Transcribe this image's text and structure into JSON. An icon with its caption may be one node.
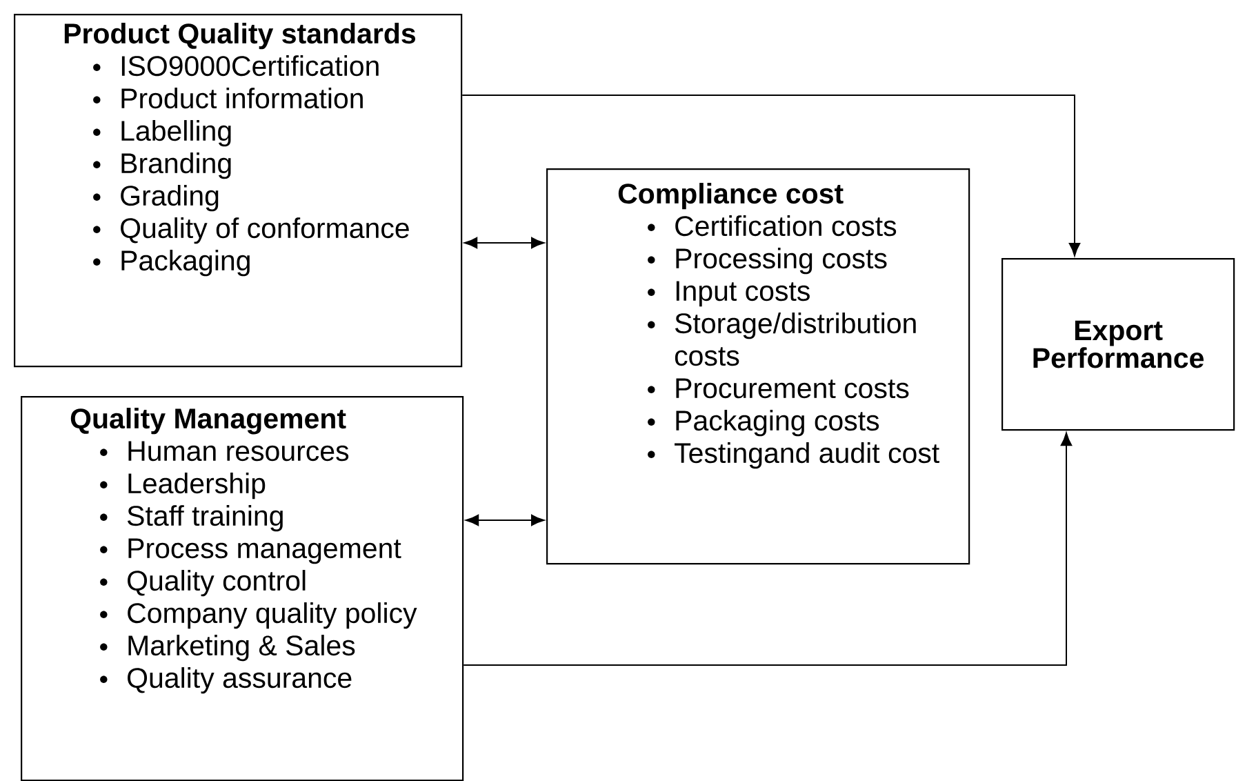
{
  "diagram": {
    "nodes": [
      {
        "text": [
          "Product Quality standards",
          "ISO9000Certification",
          "Product information",
          "Labelling",
          "Branding",
          "Grading",
          "Quality of conformance",
          "Packaging"
        ]
      },
      {
        "text": [
          "Compliance cost",
          "Certification costs",
          "Processing costs",
          "Input costs",
          "Storage/distribution costs",
          "Procurement costs",
          "Packaging costs",
          "Testingand audit cost"
        ]
      },
      {
        "text": [
          "Export Performance"
        ]
      },
      {
        "text": [
          "Quality Management",
          "Human resources",
          "Leadership",
          "Staff training",
          "Process management",
          "Quality control",
          "Company quality policy",
          "Marketing & Sales",
          "Quality assurance"
        ]
      }
    ],
    "edges": [
      {
        "from": 0,
        "to": 1,
        "arrow": "both"
      },
      {
        "from": 0,
        "to": 2,
        "arrow": "to"
      },
      {
        "from": 3,
        "to": 1,
        "arrow": "both"
      },
      {
        "from": 3,
        "to": 2,
        "arrow": "to"
      }
    ]
  }
}
